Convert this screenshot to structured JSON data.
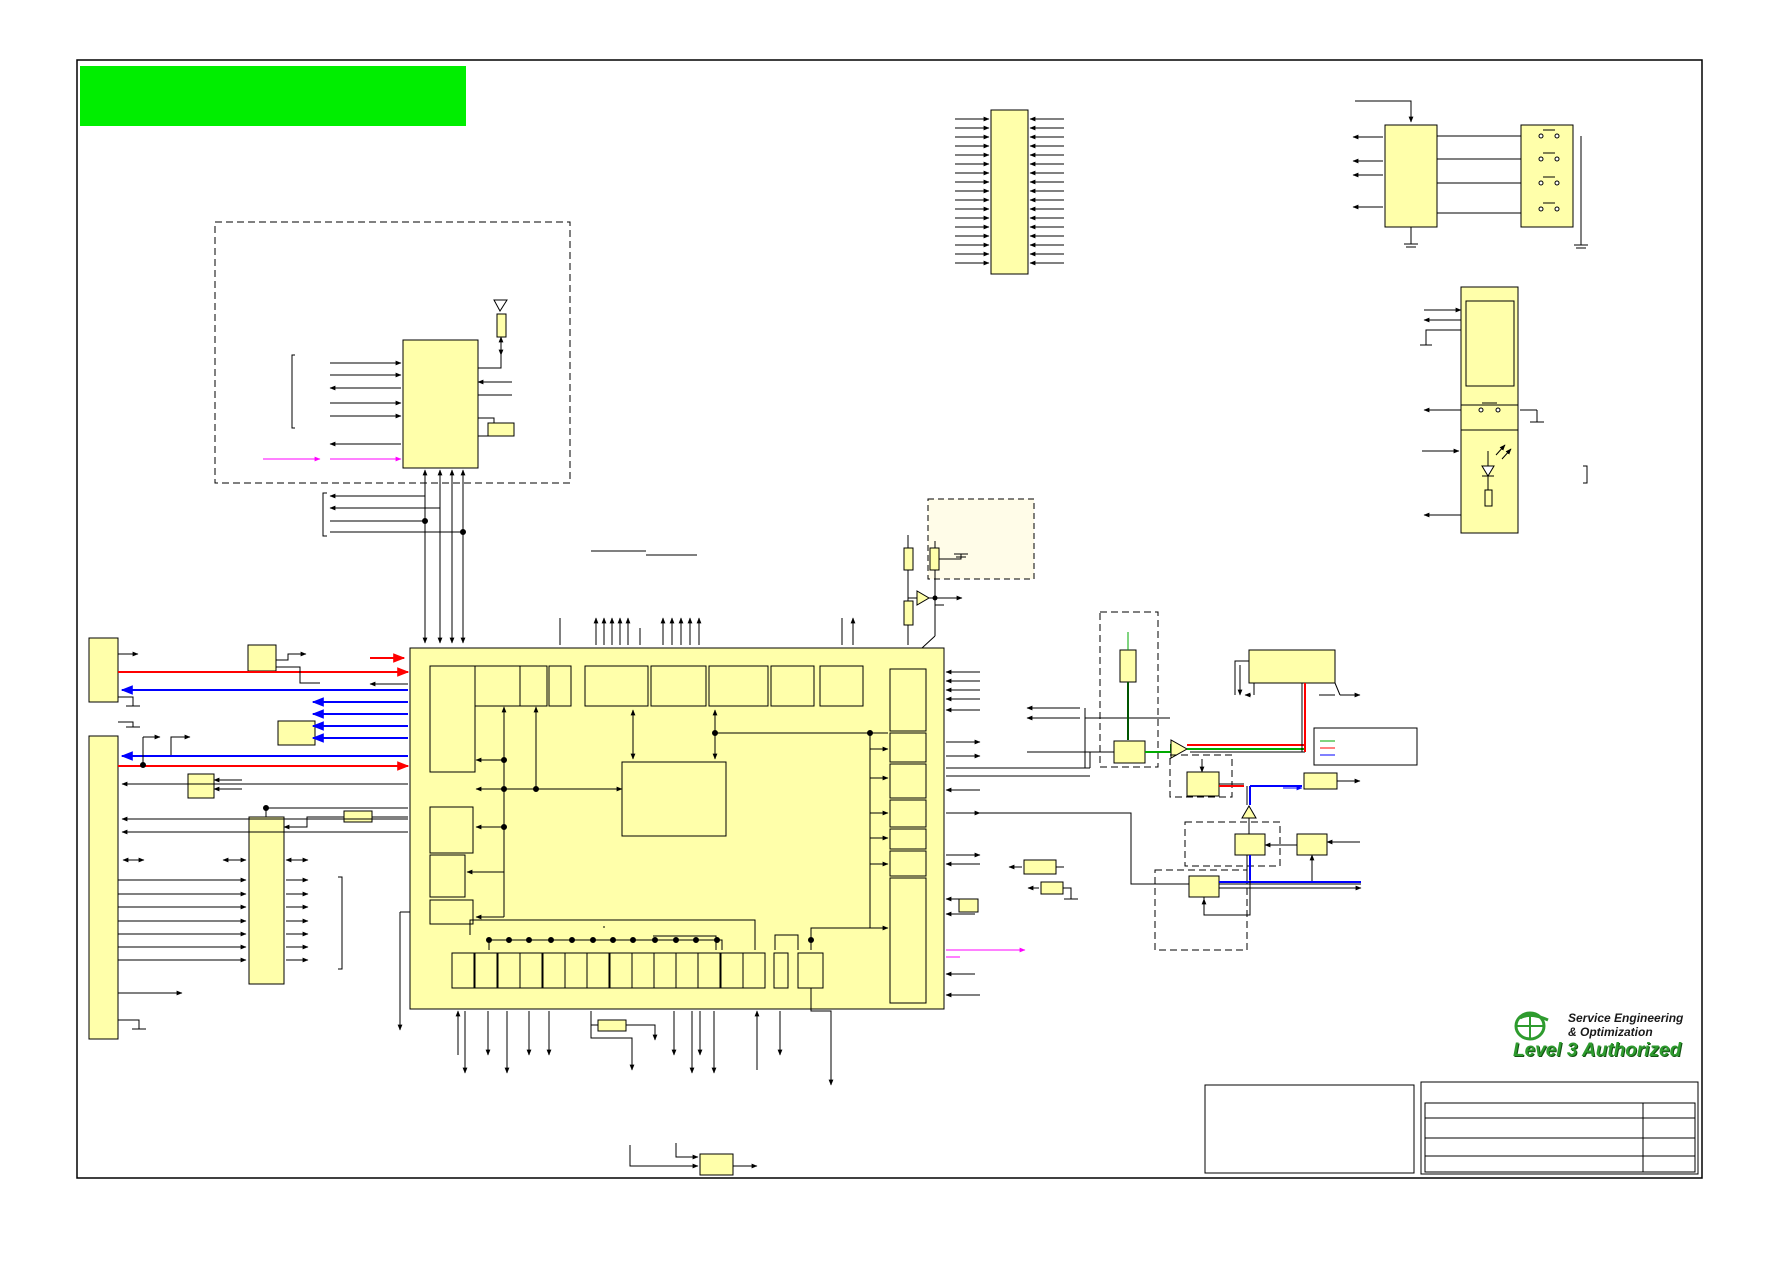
{
  "logo": {
    "line1": "Service Engineering",
    "line2": "& Optimization",
    "line3": "Level 3 Authorized"
  },
  "colors": {
    "title_block": "#00ee00",
    "component_fill": "#ffffaa",
    "wire": "#000000",
    "signal_red": "#ff0000",
    "signal_blue": "#0000ff",
    "signal_green": "#00aa00",
    "signal_magenta": "#ff00ff",
    "logo_green": "#2e9b2e"
  }
}
